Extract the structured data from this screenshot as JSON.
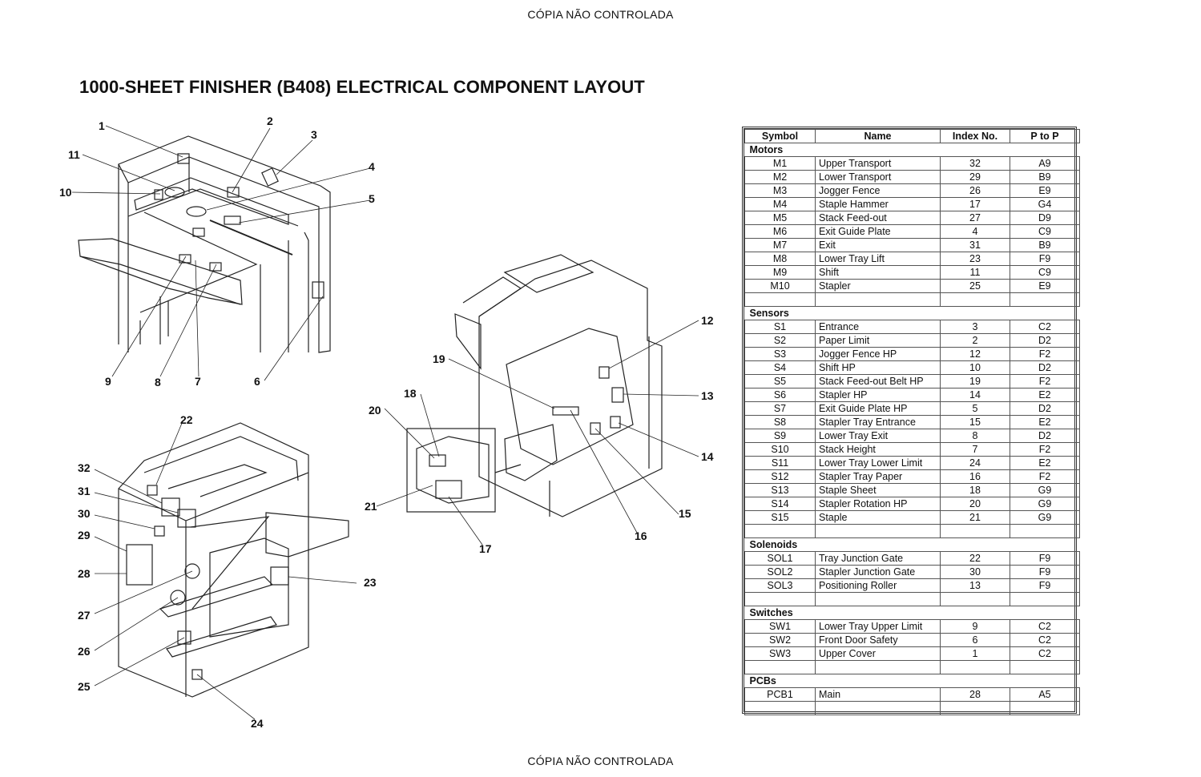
{
  "header_text": "CÓPIA NÃO CONTROLADA",
  "footer_text": "CÓPIA NÃO CONTROLADA",
  "title": "1000-SHEET FINISHER (B408) ELECTRICAL COMPONENT LAYOUT",
  "table": {
    "headers": [
      "Symbol",
      "Name",
      "Index No.",
      "P to P"
    ],
    "groups": [
      {
        "name": "Motors",
        "rows": [
          [
            "M1",
            "Upper Transport",
            "32",
            "A9"
          ],
          [
            "M2",
            "Lower Transport",
            "29",
            "B9"
          ],
          [
            "M3",
            "Jogger Fence",
            "26",
            "E9"
          ],
          [
            "M4",
            "Staple Hammer",
            "17",
            "G4"
          ],
          [
            "M5",
            "Stack Feed-out",
            "27",
            "D9"
          ],
          [
            "M6",
            "Exit Guide Plate",
            "4",
            "C9"
          ],
          [
            "M7",
            "Exit",
            "31",
            "B9"
          ],
          [
            "M8",
            "Lower Tray Lift",
            "23",
            "F9"
          ],
          [
            "M9",
            "Shift",
            "11",
            "C9"
          ],
          [
            "M10",
            "Stapler",
            "25",
            "E9"
          ]
        ]
      },
      {
        "name": "Sensors",
        "rows": [
          [
            "S1",
            "Entrance",
            "3",
            "C2"
          ],
          [
            "S2",
            "Paper Limit",
            "2",
            "D2"
          ],
          [
            "S3",
            "Jogger Fence HP",
            "12",
            "F2"
          ],
          [
            "S4",
            "Shift HP",
            "10",
            "D2"
          ],
          [
            "S5",
            "Stack Feed-out Belt HP",
            "19",
            "F2"
          ],
          [
            "S6",
            "Stapler HP",
            "14",
            "E2"
          ],
          [
            "S7",
            "Exit Guide Plate HP",
            "5",
            "D2"
          ],
          [
            "S8",
            "Stapler Tray Entrance",
            "15",
            "E2"
          ],
          [
            "S9",
            "Lower Tray Exit",
            "8",
            "D2"
          ],
          [
            "S10",
            "Stack Height",
            "7",
            "F2"
          ],
          [
            "S11",
            "Lower Tray Lower Limit",
            "24",
            "E2"
          ],
          [
            "S12",
            "Stapler Tray Paper",
            "16",
            "F2"
          ],
          [
            "S13",
            "Staple Sheet",
            "18",
            "G9"
          ],
          [
            "S14",
            "Stapler Rotation HP",
            "20",
            "G9"
          ],
          [
            "S15",
            "Staple",
            "21",
            "G9"
          ]
        ]
      },
      {
        "name": "Solenoids",
        "rows": [
          [
            "SOL1",
            "Tray Junction Gate",
            "22",
            "F9"
          ],
          [
            "SOL2",
            "Stapler Junction Gate",
            "30",
            "F9"
          ],
          [
            "SOL3",
            "Positioning Roller",
            "13",
            "F9"
          ]
        ]
      },
      {
        "name": "Switches",
        "rows": [
          [
            "SW1",
            "Lower Tray Upper Limit",
            "9",
            "C2"
          ],
          [
            "SW2",
            "Front Door Safety",
            "6",
            "C2"
          ],
          [
            "SW3",
            "Upper Cover",
            "1",
            "C2"
          ]
        ]
      },
      {
        "name": "PCBs",
        "rows": [
          [
            "PCB1",
            "Main",
            "28",
            "A5"
          ]
        ]
      }
    ]
  },
  "callouts": {
    "diagram_top_left": [
      "1",
      "2",
      "3",
      "4",
      "5",
      "6",
      "7",
      "8",
      "9",
      "10",
      "11"
    ],
    "diagram_middle": [
      "12",
      "13",
      "14",
      "15",
      "16",
      "17",
      "18",
      "19",
      "20",
      "21"
    ],
    "diagram_bottom_left": [
      "22",
      "23",
      "24",
      "25",
      "26",
      "27",
      "28",
      "29",
      "30",
      "31",
      "32"
    ]
  }
}
